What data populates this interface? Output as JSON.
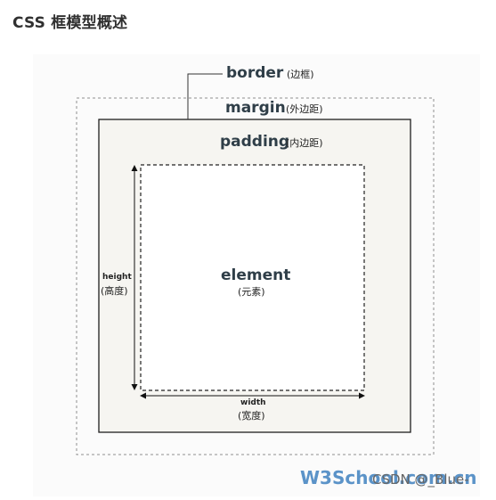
{
  "page": {
    "title": "CSS 框模型概述"
  },
  "diagram": {
    "border": {
      "label": "border",
      "note": "(边框)"
    },
    "margin": {
      "label": "margin",
      "note": "(外边距)"
    },
    "padding": {
      "label": "padding",
      "note": "(内边距)"
    },
    "element": {
      "label": "element",
      "note": "(元素)"
    },
    "height": {
      "label": "height",
      "note": "(高度)"
    },
    "width": {
      "label": "width",
      "note": "(宽度)"
    }
  },
  "branding": {
    "logo": "W3School.com.cn",
    "watermark": "CSDN @_Blue-"
  }
}
